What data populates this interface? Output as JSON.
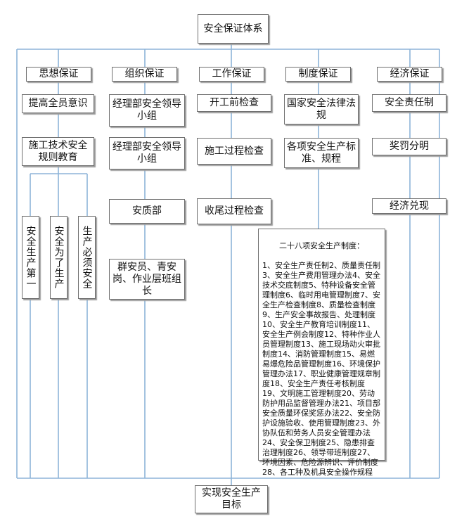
{
  "title": "安全保证体系",
  "branches": [
    {
      "header": "思想保证",
      "items": [
        "提高全员意识",
        "施工技术安全规则教育"
      ],
      "subs": [
        "安全生产第一",
        "安全为了生产",
        "生产必须安全"
      ]
    },
    {
      "header": "组织保证",
      "items": [
        "经理部安全领导小组",
        "经理部安全领导小组",
        "安质部",
        "群安员、青安岗、作业层班组长"
      ]
    },
    {
      "header": "工作保证",
      "items": [
        "开工前检查",
        "施工过程检查",
        "收尾过程检查"
      ]
    },
    {
      "header": "制度保证",
      "items": [
        "国家安全法律法规",
        "各项安全生产标准、规程"
      ]
    },
    {
      "header": "经济保证",
      "items": [
        "安全责任制",
        "奖罚分明",
        "经济兑现"
      ]
    }
  ],
  "rules": {
    "title": "二十八项安全生产制度：",
    "body": "1、安全生产责任制2、质量责任制3、安全生产费用管理办法4、安全技术交底制度5、特种设备安全管理制度6、临时用电管理制度7、安全生产检查制度8、质量检查制度9、生产安全事故报告、处理制度10、安全生产教育培训制度11、安全生产例会制度12、特种作业人员管理制度13、施工现场动火审批制度14、消防管理制度15、易燃易爆危险品管理制度16、环境保护管理办法17、职业健康管理规章制度18、安全生产责任考核制度19、文明施工管理制度20、劳动防护用品监督管理办法21、项目部安全质量环保奖惩办法22、安全防护设施验收、使用管理制度23、外协队伍和劳务人员安全管理办法24、安全保卫制度25、隐患排查治理制度26、领导带班制度27、环境因素、危险源辨识、评价制度28、各工种及机具安全操作规程"
  },
  "goal": "实现安全生产目标",
  "colors": {
    "line": "#8db4d8",
    "border": "#6f6f6f",
    "shadow": "#9b9b9b"
  }
}
